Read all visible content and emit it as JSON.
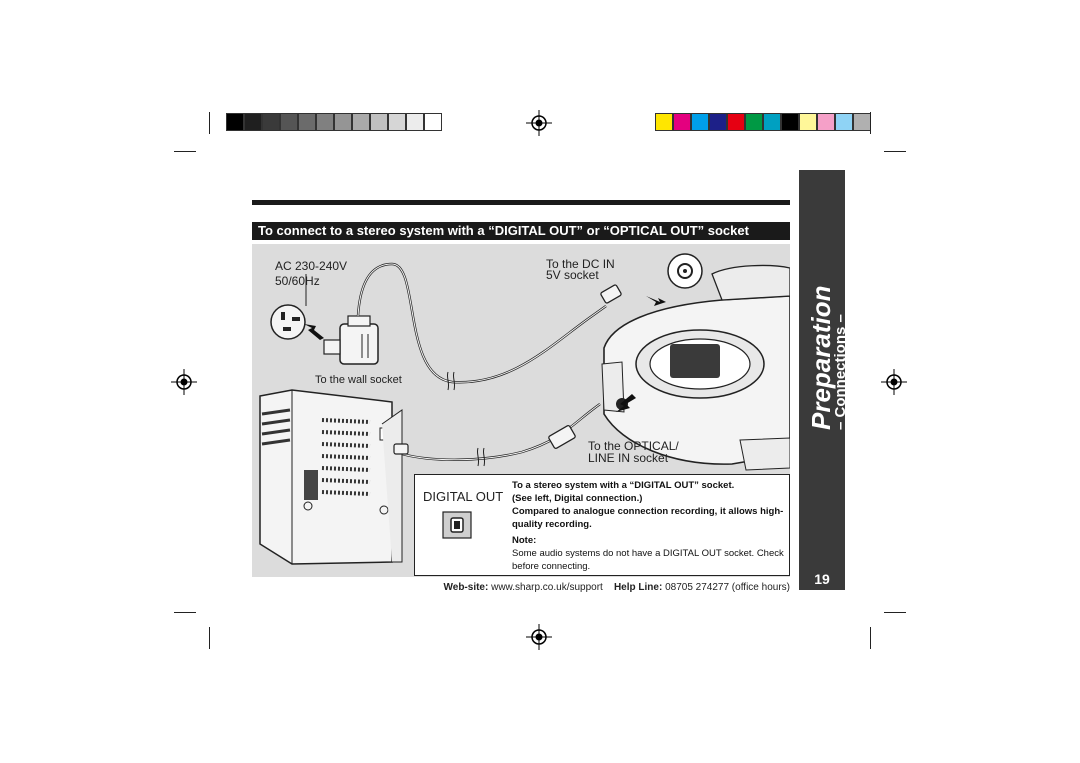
{
  "page": {
    "section_title": "Preparation",
    "section_subtitle": "– Connections –",
    "page_number": "19",
    "heading": "To connect to a stereo system with a “DIGITAL OUT” or “OPTICAL OUT” socket"
  },
  "illustration": {
    "ac_label_1": "AC 230-240V",
    "ac_label_2": "50/60Hz",
    "wall_socket_label": "To the wall socket",
    "dc_in_label_1": "To  the  DC  IN",
    "dc_in_label_2": "5V socket",
    "optical_label_1": "To  the  OPTICAL/",
    "optical_label_2": "LINE IN socket"
  },
  "info_box": {
    "digital_out_label": "DIGITAL OUT",
    "line1": "To a stereo system with a “DIGITAL OUT” socket.",
    "line2": "(See left, Digital connection.)",
    "line3": "Compared to analogue connection recording, it allows high-quality recording.",
    "note_label": "Note:",
    "note_text": "Some audio systems do not have a DIGITAL OUT socket. Check before connecting."
  },
  "footer": {
    "website_label": "Web-site:",
    "website_value": "www.sharp.co.uk/support",
    "helpline_label": "Help Line:",
    "helpline_value": "08705 274277 (office hours)"
  },
  "colors": {
    "gray_swatches": [
      "#000000",
      "#1f1f1f",
      "#3a3a3a",
      "#555555",
      "#6b6b6b",
      "#808080",
      "#959595",
      "#aaaaaa",
      "#c0c0c0",
      "#d6d6d6",
      "#ececec",
      "#ffffff"
    ],
    "color_swatches": [
      "#ffe600",
      "#e4007f",
      "#00a0e9",
      "#1d2088",
      "#e60012",
      "#009944",
      "#00a0c1",
      "#000000",
      "#fff799",
      "#f5a0c8",
      "#8fd3f5",
      "#b0b0b0"
    ],
    "tab_background": "#3a3a3a",
    "panel_background": "#dcdcdc"
  }
}
